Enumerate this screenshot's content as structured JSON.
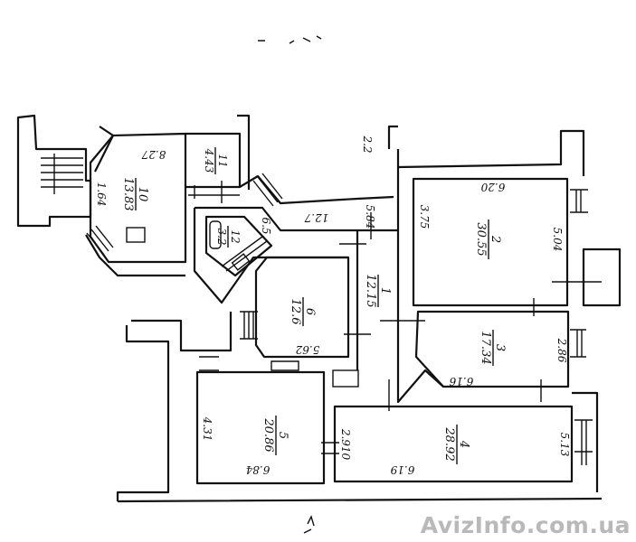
{
  "plan": {
    "rooms": [
      {
        "number": "1",
        "area": "12.15"
      },
      {
        "number": "2",
        "area": "30.55"
      },
      {
        "number": "3",
        "area": "17.34"
      },
      {
        "number": "4",
        "area": "28.92"
      },
      {
        "number": "5",
        "area": "20.86"
      },
      {
        "number": "6",
        "area": "12.6"
      },
      {
        "number": "10",
        "area": "13.83"
      },
      {
        "number": "11",
        "area": "4.43"
      },
      {
        "number": "12",
        "area": "3.2"
      }
    ],
    "dimensions": [
      "8.27",
      "1.64",
      "6.20",
      "3.75",
      "5.04",
      "2.86",
      "6.16",
      "5.13",
      "6.19",
      "2.910",
      "4.31",
      "6.84",
      "5.62",
      "12.7",
      "5.84",
      "2.2",
      "6.5"
    ]
  },
  "watermark": "AvizInfo.com.ua"
}
